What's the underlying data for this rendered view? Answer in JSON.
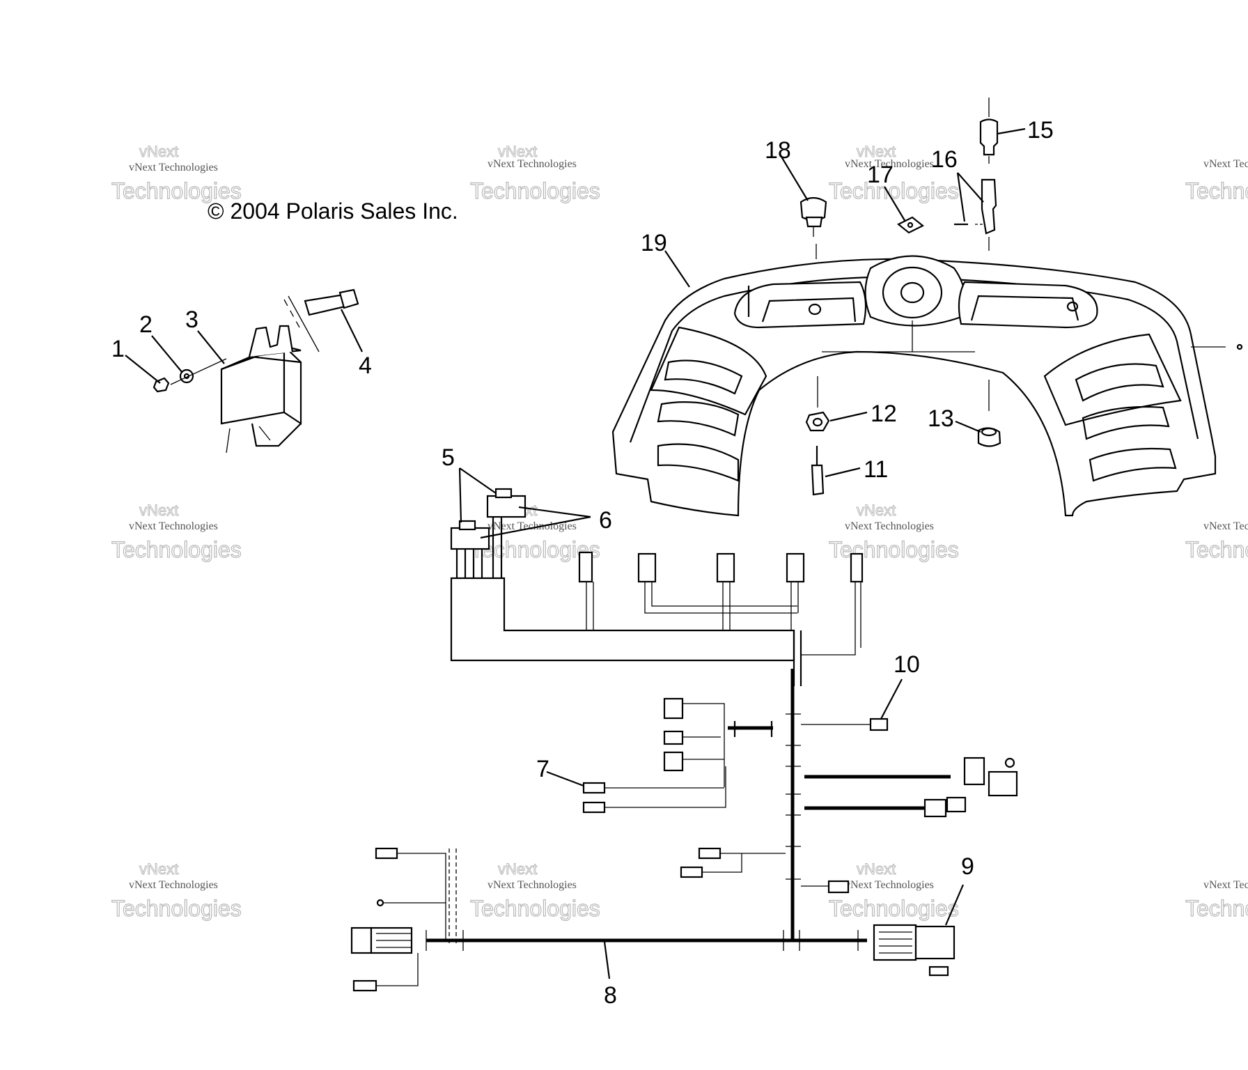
{
  "copyright": "© 2004 Polaris Sales Inc.",
  "watermark": {
    "line1": "vNext Technologies",
    "line2": "Technologies",
    "line3": "vNext"
  },
  "callouts": {
    "p1": "1",
    "p2": "2",
    "p3": "3",
    "p4": "4",
    "p5": "5",
    "p6": "6",
    "p7": "7",
    "p8": "8",
    "p9": "9",
    "p10": "10",
    "p11": "11",
    "p12": "12",
    "p13": "13",
    "p15": "15",
    "p16": "16",
    "p17": "17",
    "p18": "18",
    "p19": "19"
  }
}
